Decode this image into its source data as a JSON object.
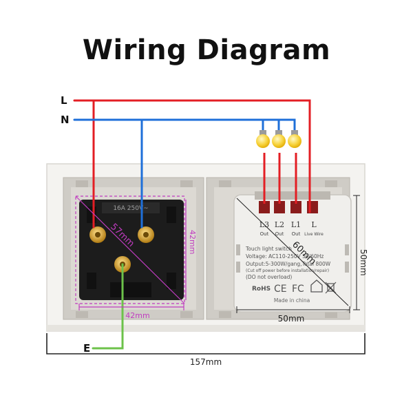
{
  "title": "Wiring Diagram",
  "wires": {
    "live": "L",
    "neutral": "N",
    "earth": "E"
  },
  "colors": {
    "live": "#e31e24",
    "neutral": "#1e6fd9",
    "earth": "#6cc24a",
    "dim_magenta": "#c03cc0",
    "plate": "#f3f2ef",
    "frame": "#c9c6c0"
  },
  "socket": {
    "rating": "16A 250V~",
    "diag": "57mm",
    "height": "42mm",
    "width": "42mm"
  },
  "switch_module": {
    "terminals": [
      {
        "name": "L3",
        "sub": "Out"
      },
      {
        "name": "L2",
        "sub": "Out"
      },
      {
        "name": "L1",
        "sub": "Out"
      },
      {
        "name": "L",
        "sub": "Live Wire"
      }
    ],
    "text_lines": [
      "Touch light switch",
      "Voltage: AC110-250V 50/60Hz",
      "Output:5-300W/gang,Total 800W",
      "(Cut off power before installation/repair)",
      "(DO not overload)"
    ],
    "made_in": "Made in china",
    "diag": "60mm",
    "width": "50mm",
    "height": "50mm"
  },
  "overall_width": "157mm"
}
